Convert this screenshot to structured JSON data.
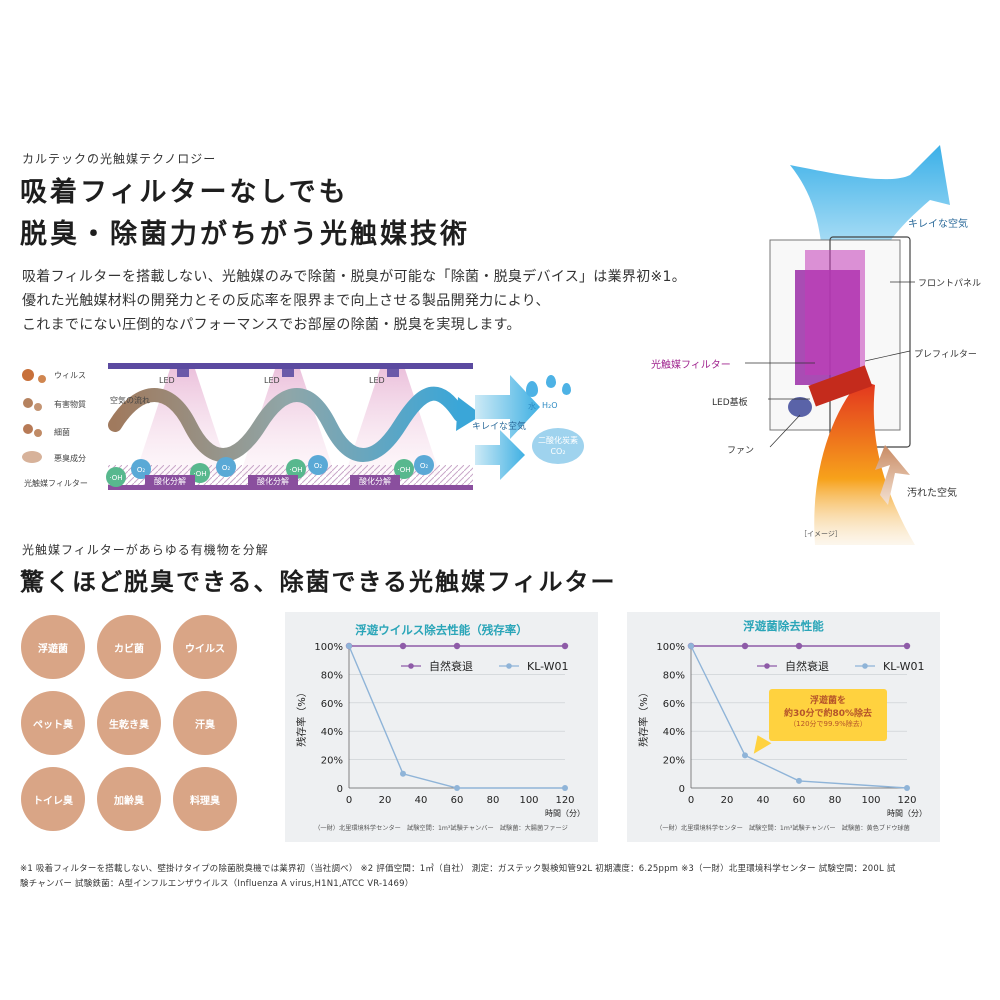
{
  "header": {
    "kicker": "カルテックの光触媒テクノロジー",
    "headline_line1": "吸着フィルターなしでも",
    "headline_line2": "脱臭・除菌力がちがう光触媒技術",
    "body_line1": "吸着フィルターを搭載しない、光触媒のみで除菌・脱臭が可能な「除菌・脱臭デバイス」は業界初※1。",
    "body_line2": "優れた光触媒材料の開発力とその反応率を限界まで向上させる製品開発力により、",
    "body_line3": "これまでにない圧倒的なパフォーマンスでお部屋の除菌・脱臭を実現します。"
  },
  "diagram": {
    "contaminants": [
      "ウィルス",
      "有害物質",
      "細菌",
      "悪臭成分"
    ],
    "air_flow": "空気の流れ",
    "led": "LED",
    "filter": "光触媒フィルター",
    "oxidation": "酸化分解",
    "oh": "·OH",
    "o2": "O₂",
    "clean_air": "キレイな空気",
    "water": "水",
    "water_formula": "H₂O",
    "co2_line1": "二酸化炭素",
    "co2_line2": "CO₂"
  },
  "device": {
    "clean_air": "キレイな空気",
    "front_panel": "フロントパネル",
    "photocatalyst_filter": "光触媒フィルター",
    "pre_filter": "プレフィルター",
    "led_board": "LED基板",
    "fan": "ファン",
    "dirty_air": "汚れた空気",
    "image_note": "［イメージ］"
  },
  "section2": {
    "kicker": "光触媒フィルターがあらゆる有機物を分解",
    "headline": "驚くほど脱臭できる、除菌できる光触媒フィルター"
  },
  "targets": [
    "浮遊菌",
    "カビ菌",
    "ウイルス",
    "ペット臭",
    "生乾き臭",
    "汗臭",
    "トイレ臭",
    "加齢臭",
    "料理臭"
  ],
  "chart_data": [
    {
      "type": "line",
      "title": "浮遊ウイルス除去性能（残存率）",
      "ylabel": "残存率（%）",
      "xlabel": "時間（分）",
      "x_ticks": [
        0,
        20,
        40,
        60,
        80,
        100,
        120
      ],
      "y_ticks": [
        "0",
        "20%",
        "40%",
        "60%",
        "80%",
        "100%"
      ],
      "xlim": [
        0,
        120
      ],
      "ylim": [
        0,
        100
      ],
      "series": [
        {
          "name": "自然衰退",
          "color": "#8e5ba8",
          "x": [
            0,
            30,
            60,
            120
          ],
          "values": [
            100,
            100,
            100,
            100
          ]
        },
        {
          "name": "KL-W01",
          "color": "#8fb4d8",
          "x": [
            0,
            30,
            60,
            120
          ],
          "values": [
            100,
            10,
            0,
            0
          ]
        }
      ],
      "source_note": "（一財）北里環境科学センター　試験空間：1m³試験チャンバー　試験菌：大腸菌ファージ"
    },
    {
      "type": "line",
      "title": "浮遊菌除去性能",
      "ylabel": "残存率（%）",
      "xlabel": "時間（分）",
      "x_ticks": [
        0,
        20,
        40,
        60,
        80,
        100,
        120
      ],
      "y_ticks": [
        "0",
        "20%",
        "40%",
        "60%",
        "80%",
        "100%"
      ],
      "xlim": [
        0,
        120
      ],
      "ylim": [
        0,
        100
      ],
      "series": [
        {
          "name": "自然衰退",
          "color": "#8e5ba8",
          "x": [
            0,
            30,
            60,
            120
          ],
          "values": [
            100,
            100,
            100,
            100
          ]
        },
        {
          "name": "KL-W01",
          "color": "#8fb4d8",
          "x": [
            0,
            30,
            60,
            120
          ],
          "values": [
            100,
            23,
            5,
            0
          ]
        }
      ],
      "callout_line1": "浮遊菌を",
      "callout_line2": "約30分で約80%除去",
      "callout_line3": "（120分で99.9%除去）",
      "source_note": "（一財）北里環境科学センター　試験空間：1m³試験チャンバー　試験菌：黄色ブドウ球菌"
    }
  ],
  "footnote": {
    "line1": "※1 吸着フィルターを搭載しない、壁掛けタイプの除菌脱臭機では業界初（当社調べ） ※2 評価空間：1㎥（自社） 測定：ガステック製検知管92L 初期濃度：6.25ppm ※3（一財）北里環境科学センター 試験空間：200L 試",
    "line2": "験チャンバー 試験鉄菌：A型インフルエンザウイルス（Influenza A virus,H1N1,ATCC VR-1469）"
  },
  "colors": {
    "accent": "#2aa5b8",
    "purple": "#8e5ba8",
    "kl": "#8fb4d8",
    "circle": "#d9a586",
    "callout": "#ffd23f"
  }
}
